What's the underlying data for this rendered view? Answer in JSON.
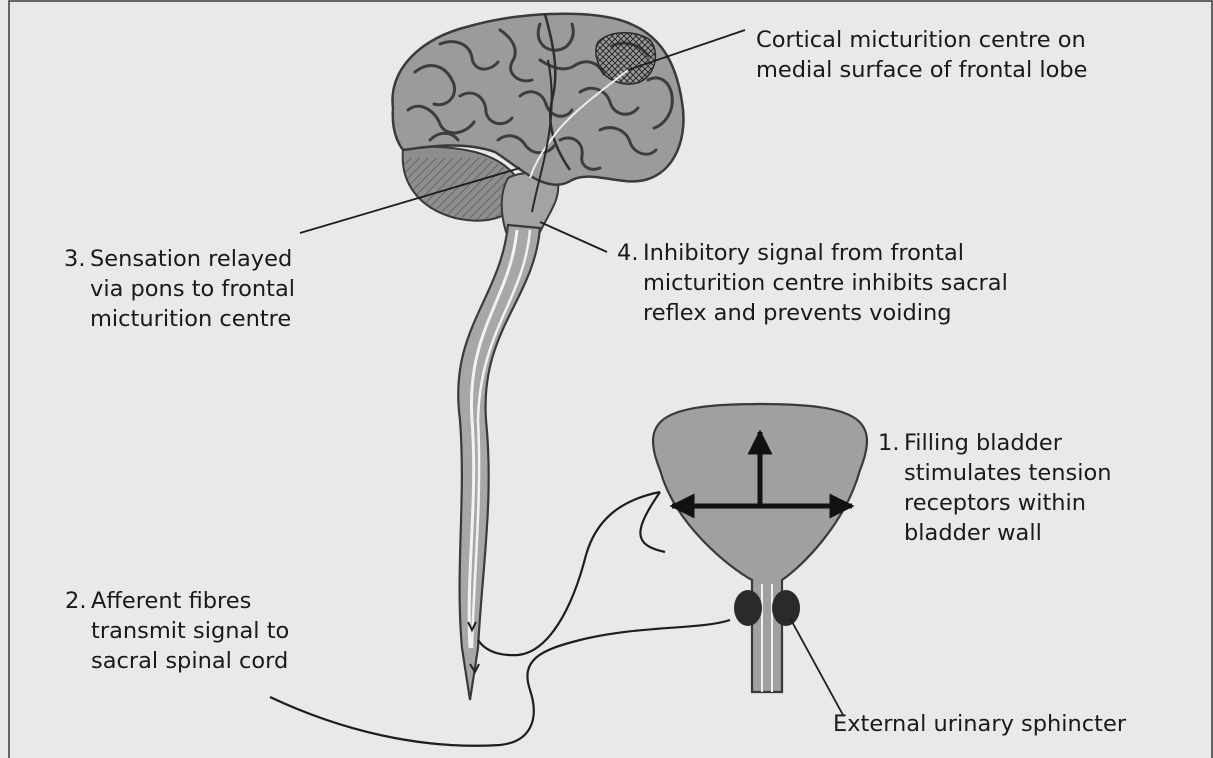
{
  "colors": {
    "background": "#e8e9ea",
    "border": "#3a3a3a",
    "anatomy_fill": "#9a9a9a",
    "anatomy_stroke": "#3a3a3a",
    "text": "#1a1a1a"
  },
  "labels": {
    "cortical": {
      "line1": "Cortical micturition centre on",
      "line2": "medial surface of frontal lobe"
    },
    "step3": {
      "number": "3.",
      "line1": "Sensation relayed",
      "line2": "via pons to frontal",
      "line3": "micturition centre"
    },
    "step4": {
      "number": "4.",
      "line1": "Inhibitory signal from frontal",
      "line2": "micturition centre inhibits sacral",
      "line3": "reflex and prevents voiding"
    },
    "step1": {
      "number": "1.",
      "line1": "Filling bladder",
      "line2": "stimulates tension",
      "line3": "receptors within",
      "line4": "bladder wall"
    },
    "step2": {
      "number": "2.",
      "line1": "Afferent fibres",
      "line2": "transmit signal to",
      "line3": "sacral spinal cord"
    },
    "sphincter": {
      "line1": "External urinary sphincter"
    }
  }
}
